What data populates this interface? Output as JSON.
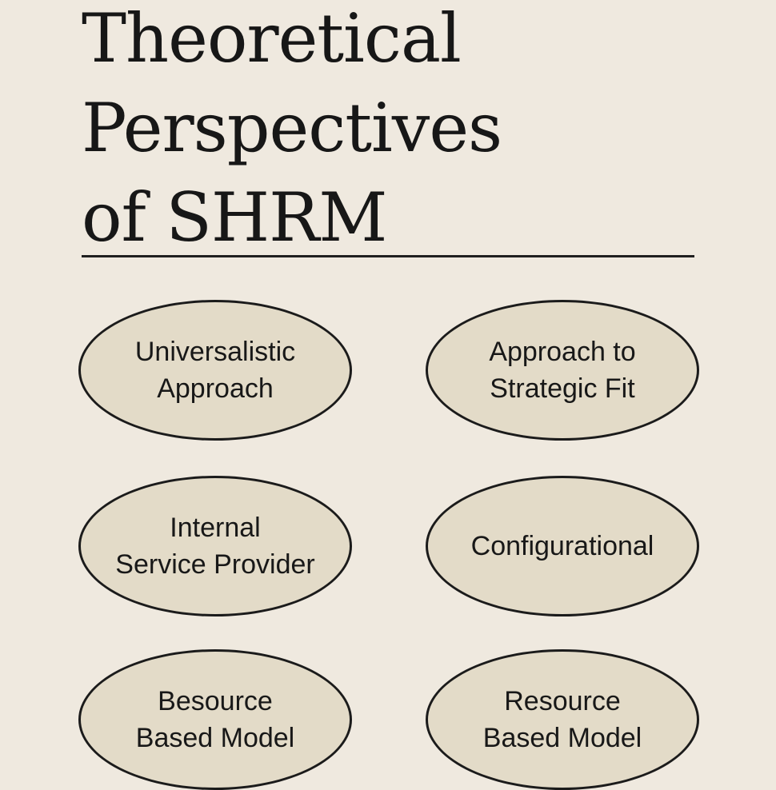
{
  "title": {
    "lines": [
      "Theoretical",
      "Perspectives",
      "of SHRM"
    ]
  },
  "nodes": [
    {
      "label": "Universalistic\nApproach"
    },
    {
      "label": "Approach to\nStrategic Fit"
    },
    {
      "label": "Internal\nService Provider"
    },
    {
      "label": "Configurational"
    },
    {
      "label": "Besource\nBased Model"
    },
    {
      "label": "Resource\nBased Model"
    }
  ]
}
